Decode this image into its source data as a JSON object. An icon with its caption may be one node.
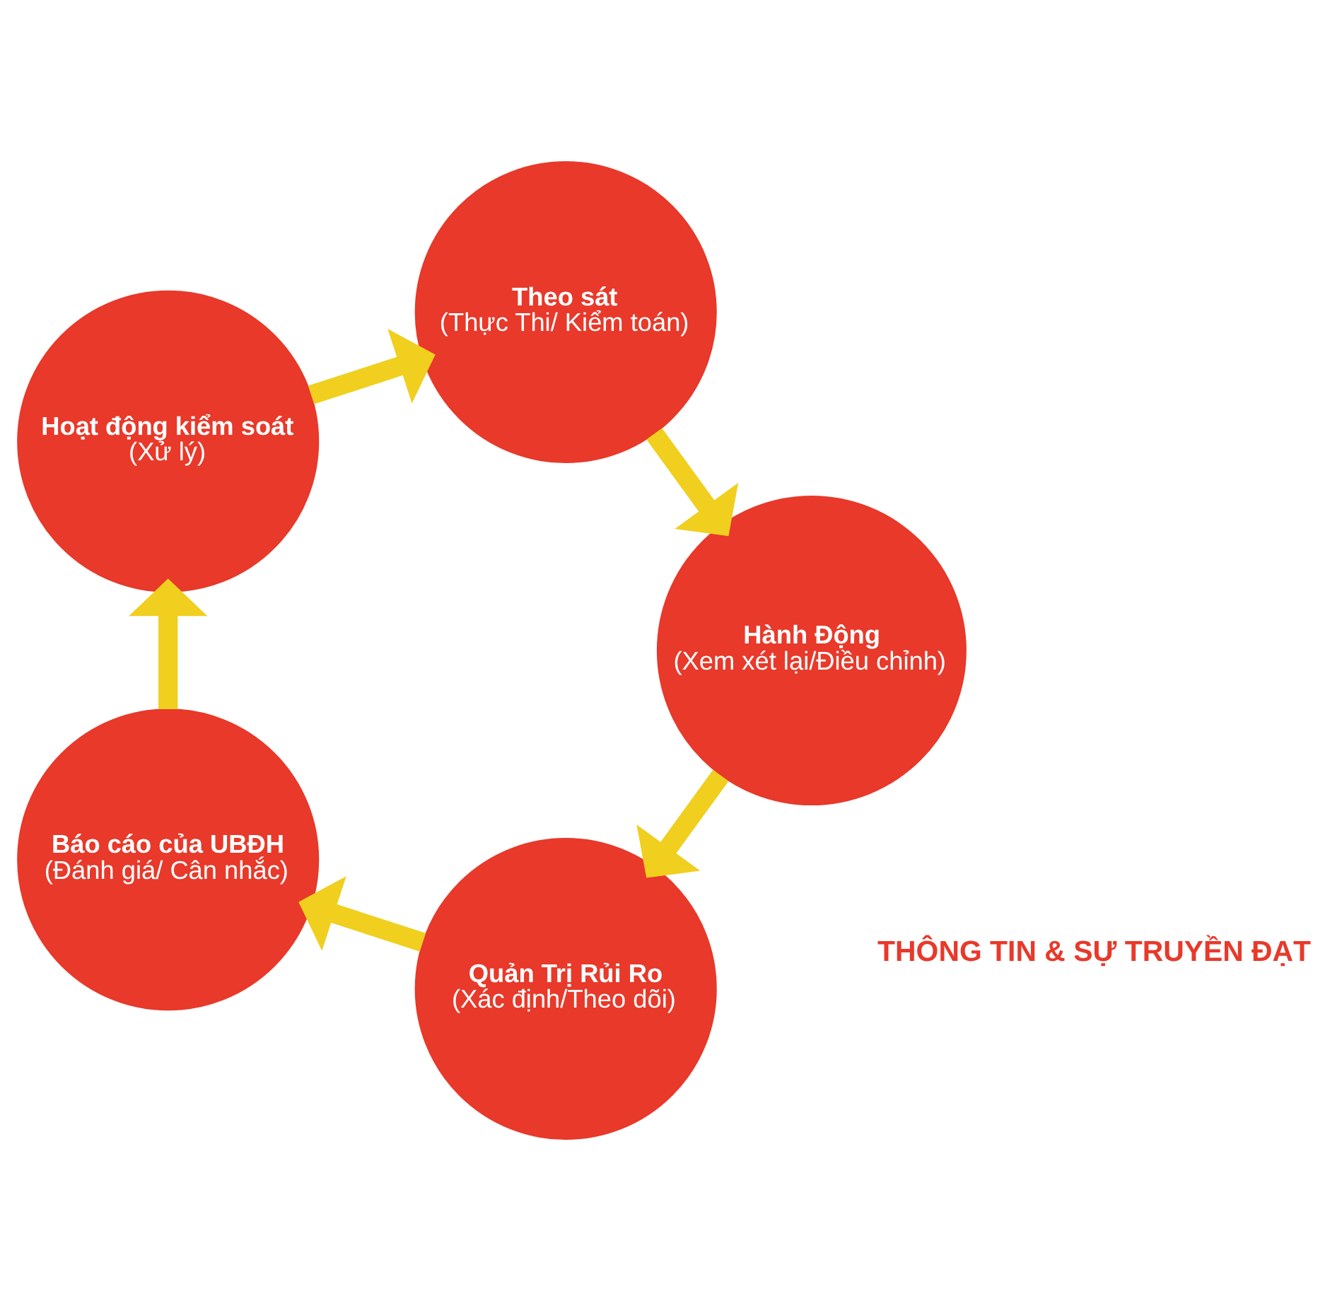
{
  "diagram": {
    "nodes": [
      {
        "text": [
          "Quản Trị Rủi Ro",
          "(Xác định/Theo dõi)"
        ]
      },
      {
        "text": [
          "Báo cáo của UBĐH",
          "(Đánh giá/ Cân nhắc)"
        ]
      },
      {
        "text": [
          "Hoạt động kiểm soát",
          "(Xử lý)"
        ]
      },
      {
        "text": [
          "Theo sát",
          "(Thực Thi/ Kiểm toán)"
        ]
      },
      {
        "text": [
          "Hành Động",
          "(Xem xét lại/Điều chỉnh)"
        ]
      }
    ],
    "edges": [
      {
        "from": 0,
        "to": 1,
        "arrow": "to"
      },
      {
        "from": 1,
        "to": 2,
        "arrow": "to"
      },
      {
        "from": 2,
        "to": 3,
        "arrow": "to"
      },
      {
        "from": 3,
        "to": 4,
        "arrow": "to"
      },
      {
        "from": 4,
        "to": 0,
        "arrow": "to"
      }
    ],
    "labels": [
      "THÔNG TIN & SỰ TRUYỀN ĐẠT"
    ]
  }
}
